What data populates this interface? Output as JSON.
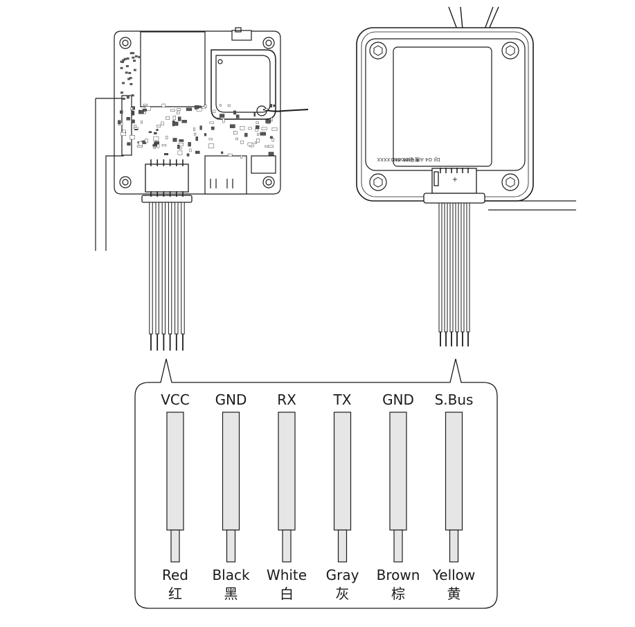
{
  "left_module": {
    "name": "flight-controller-board",
    "connector_pins": 6
  },
  "right_module": {
    "name": "air-unit",
    "brand_label": "DJI O4 AIR UNIT PRO",
    "model_label": "型号/Model: XXXX",
    "plus_mark": "+",
    "connector_pins": 6
  },
  "wires": [
    {
      "signal": "VCC",
      "color_en": "Red",
      "color_cn": "红"
    },
    {
      "signal": "GND",
      "color_en": "Black",
      "color_cn": "黑"
    },
    {
      "signal": "RX",
      "color_en": "White",
      "color_cn": "白"
    },
    {
      "signal": "TX",
      "color_en": "Gray",
      "color_cn": "灰"
    },
    {
      "signal": "GND",
      "color_en": "Brown",
      "color_cn": "棕"
    },
    {
      "signal": "S.Bus",
      "color_en": "Yellow",
      "color_cn": "黄"
    }
  ],
  "colors": {
    "line": "#1a1a1a",
    "wire_fill": "#e6e6e6",
    "board_detail": "#555555"
  }
}
